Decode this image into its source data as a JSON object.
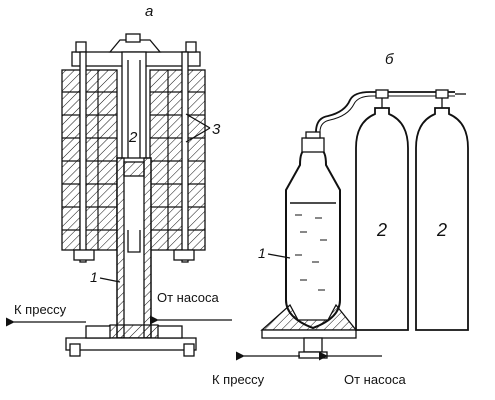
{
  "panels": {
    "a": {
      "letter": "а",
      "part_labels": [
        "1",
        "2",
        "3"
      ],
      "outlet_label": "К прессу",
      "inlet_label": "От насоса"
    },
    "b": {
      "letter": "б",
      "part_labels": [
        "1",
        "2",
        "2"
      ],
      "outlet_label": "К прессу",
      "inlet_label": "От насоса"
    }
  },
  "colors": {
    "ink": "#111111",
    "paper": "#ffffff"
  }
}
